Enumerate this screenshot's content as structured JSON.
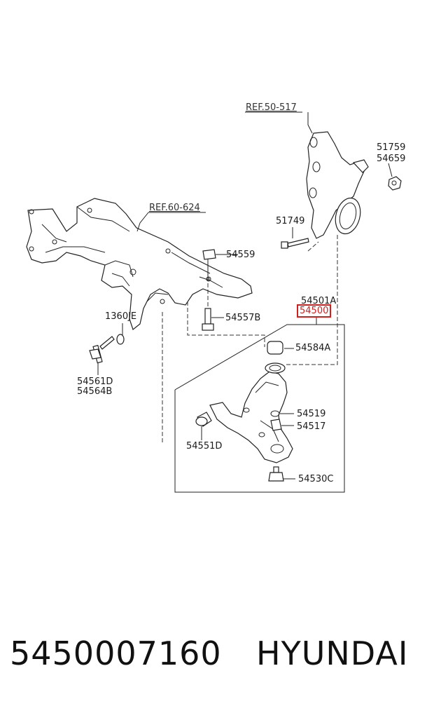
{
  "diagram": {
    "callouts": {
      "ref_knuckle": "REF.50-517",
      "ref_subframe": "REF.60-624",
      "c51759": "51759",
      "c54659": "54659",
      "c51749": "51749",
      "c54559": "54559",
      "c1360JE": "1360JE",
      "c54557B": "54557B",
      "c54561D": "54561D",
      "c54564B": "54564B",
      "c54501A": "54501A",
      "c54500": "54500",
      "c54584A": "54584A",
      "c54519": "54519",
      "c54517": "54517",
      "c54551D": "54551D",
      "c54530C": "54530C"
    },
    "highlight_color": "#d01f1f"
  },
  "footer": {
    "part_number": "5450007160",
    "brand": "HYUNDAI"
  }
}
